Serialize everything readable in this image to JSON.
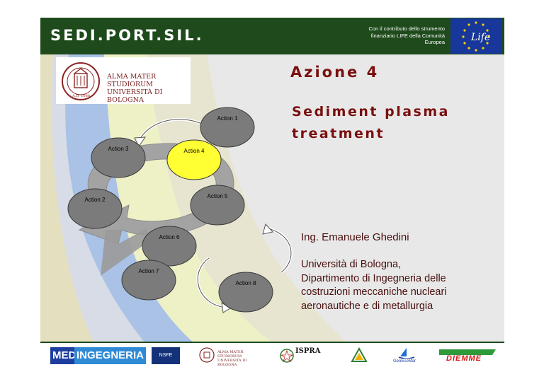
{
  "header": {
    "brand": "SEDI.PORT.SIL.",
    "contribution_line1": "Con il contributo dello strumento",
    "contribution_line2": "finanziario LIFE della Comunità",
    "contribution_line3": "Europea",
    "eu_flag_label": "Life"
  },
  "university_logo": {
    "line1": "ALMA MATER STUDIORUM",
    "line2": "UNIVERSITÀ DI BOLOGNA",
    "seal_year": "A.D. 1088"
  },
  "title": {
    "line1": "Azione 4",
    "line2": "Sediment plasma",
    "line3": "treatment"
  },
  "diagram": {
    "nodes": [
      {
        "label": "Action 1",
        "highlight": false
      },
      {
        "label": "Action 3",
        "highlight": false
      },
      {
        "label": "Action 4",
        "highlight": true
      },
      {
        "label": "Action 2",
        "highlight": false
      },
      {
        "label": "Action 5",
        "highlight": false
      },
      {
        "label": "Action 6",
        "highlight": false
      },
      {
        "label": "Action 7",
        "highlight": false
      },
      {
        "label": "Action 8",
        "highlight": false
      }
    ],
    "colors": {
      "node": "#7b7b7b",
      "highlight": "#ffff33"
    }
  },
  "author": "Ing. Emanuele Ghedini",
  "affiliation": {
    "line1": "Università di Bologna,",
    "line2": "Dipartimento di Ingegneria delle",
    "line3": "costruzioni meccaniche nucleari",
    "line4": "aeronautiche e di metallurgia"
  },
  "footer_logos": {
    "med_a": "MED",
    "med_b": "INGEGNERIA",
    "nsfe": "NSFE",
    "unibo_line1": "ALMA MATER STUDIORUM",
    "unibo_line2": "UNIVERSITÀ DI BOLOGNA",
    "ispra": "ISPRA",
    "geoecomar": "GeoEcoMar",
    "diemme": "DIEMME"
  }
}
